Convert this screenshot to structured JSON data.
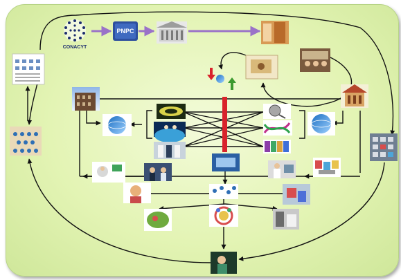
{
  "diagram": {
    "logo": {
      "text": "CONACYT"
    },
    "pnpc": {
      "text": "PNPC"
    },
    "colors": {
      "background": "#e3f4b4",
      "arrow": "#111111",
      "purple_arrow": "#9a72c8",
      "central_bar": "#d9232b",
      "red_arrow": "#d9232b",
      "green_arrow": "#3c9a2e"
    },
    "nodes": [
      "conacyt-logo",
      "pnpc-badge",
      "university-building",
      "students-photo",
      "seminar-photo",
      "workshop-photo",
      "document-chart",
      "people-network",
      "research-building",
      "globe-left",
      "globe-right",
      "wheel-image",
      "earth-image",
      "lab-students",
      "magnifier-image",
      "dna-image",
      "books-image",
      "molecule-image",
      "lab-image",
      "scientist-image",
      "doctor-image",
      "flyers-image",
      "keyboard-image",
      "brain-image",
      "network-image",
      "model-image",
      "food-image",
      "group-image",
      "lab-work-image",
      "bottom-person"
    ]
  }
}
